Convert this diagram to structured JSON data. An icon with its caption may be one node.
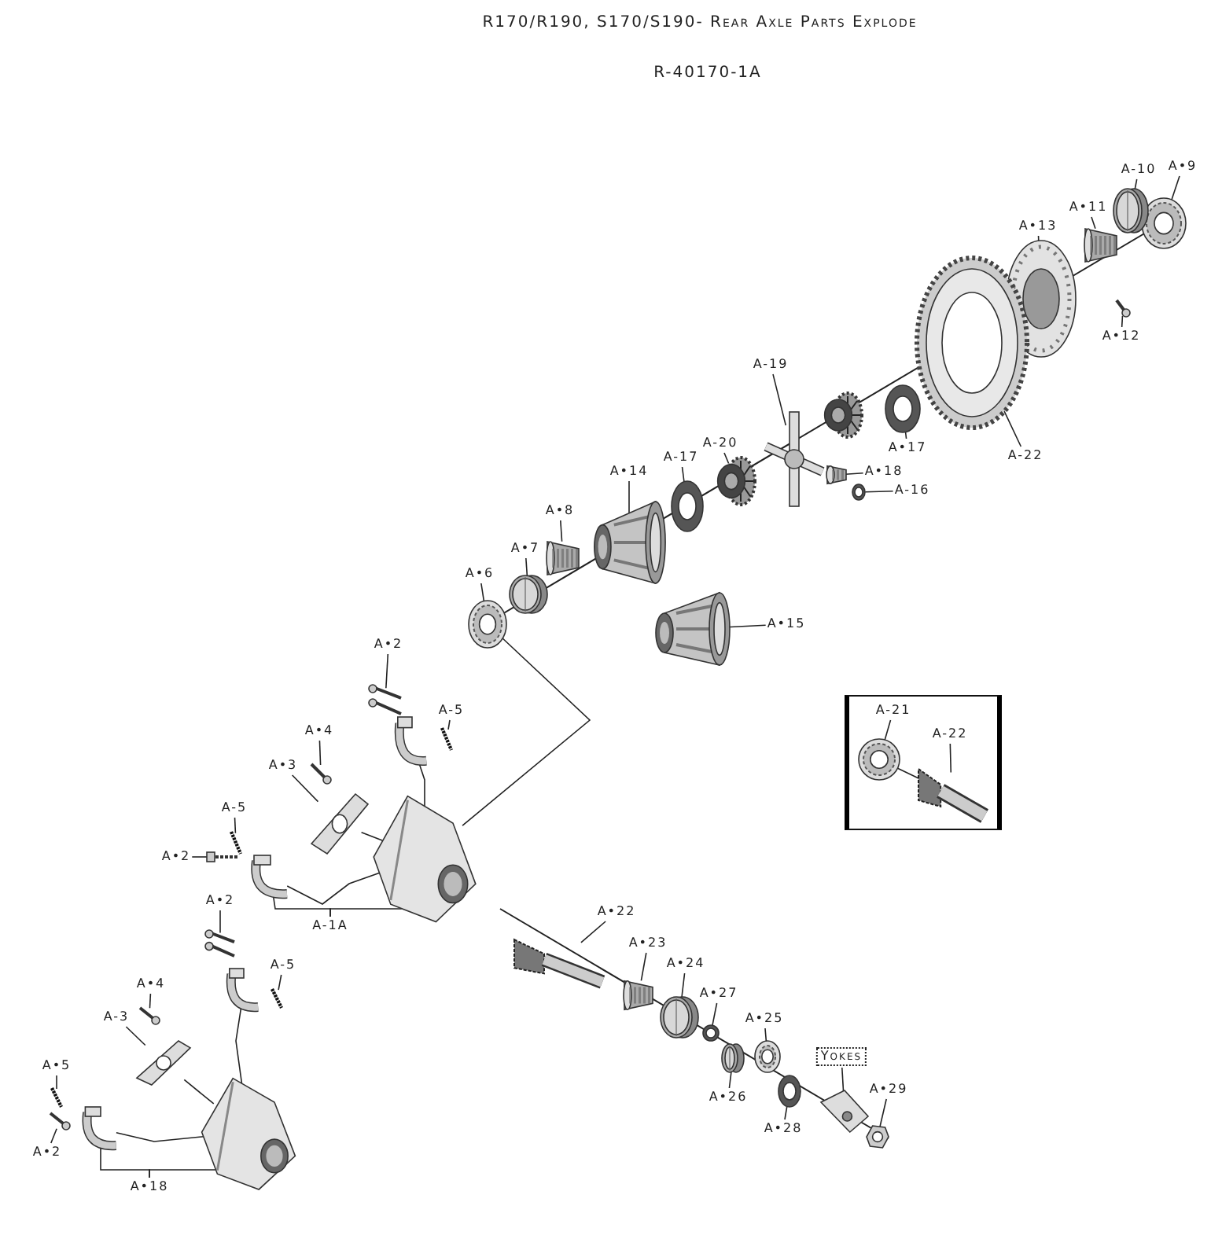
{
  "diagram": {
    "title": "R170/R190, S170/S190- Rear Axle Parts Explode",
    "nodes": [
      {
        "text": [
          "A•9"
        ]
      },
      {
        "text": [],
        "shape": "picture"
      },
      {
        "text": [
          "A-10"
        ]
      },
      {
        "text": [],
        "shape": "picture"
      },
      {
        "text": [
          "A•11"
        ]
      },
      {
        "text": [],
        "shape": "picture"
      },
      {
        "text": [
          "A•13"
        ]
      },
      {
        "text": [],
        "shape": "picture"
      },
      {
        "text": [
          "A•12"
        ]
      },
      {
        "text": [],
        "shape": "picture"
      },
      {
        "text": [
          "A-19"
        ]
      },
      {
        "text": [],
        "shape": "picture"
      },
      {
        "text": [
          "A-22"
        ]
      },
      {
        "text": [],
        "shape": "picture"
      },
      {
        "text": [
          "A•17"
        ]
      },
      {
        "text": [],
        "shape": "picture"
      },
      {
        "text": [
          "A-20"
        ]
      },
      {
        "text": [],
        "shape": "picture"
      },
      {
        "text": [
          "A-17"
        ]
      },
      {
        "text": [],
        "shape": "picture"
      },
      {
        "text": [
          "A•14"
        ]
      },
      {
        "text": [],
        "shape": "picture"
      },
      {
        "text": [
          "A•18"
        ]
      },
      {
        "text": [],
        "shape": "picture"
      },
      {
        "text": [
          "A-16"
        ]
      },
      {
        "text": [],
        "shape": "picture"
      },
      {
        "text": [
          "A•8"
        ]
      },
      {
        "text": [],
        "shape": "picture"
      },
      {
        "text": [
          "A•7"
        ]
      },
      {
        "text": [],
        "shape": "picture"
      },
      {
        "text": [
          "A•6"
        ]
      },
      {
        "text": [],
        "shape": "picture"
      },
      {
        "text": [
          "A•15"
        ]
      },
      {
        "text": [],
        "shape": "picture"
      },
      {
        "text": [
          "A•2"
        ]
      },
      {
        "text": [],
        "shape": "picture"
      },
      {
        "text": [
          "A-5"
        ]
      },
      {
        "text": [],
        "shape": "picture"
      },
      {
        "text": [
          "A•4"
        ]
      },
      {
        "text": [],
        "shape": "picture"
      },
      {
        "text": [],
        "shape": "box"
      },
      {
        "text": [
          "A-21"
        ],
        "in": 40
      },
      {
        "text": [],
        "shape": "picture",
        "in": 40
      },
      {
        "text": [
          "A-22"
        ],
        "in": 40
      },
      {
        "text": [],
        "shape": "picture",
        "in": 40
      },
      {
        "text": [
          "A•3"
        ]
      },
      {
        "text": [],
        "shape": "picture"
      },
      {
        "text": [
          "A-5"
        ]
      },
      {
        "text": [],
        "shape": "picture"
      },
      {
        "text": [
          "A•2"
        ]
      },
      {
        "text": [],
        "shape": "picture"
      },
      {
        "text": [],
        "shape": "picture"
      },
      {
        "text": [],
        "shape": "picture"
      },
      {
        "text": [
          "A-1A"
        ]
      },
      {
        "text": [
          "A•2"
        ]
      },
      {
        "text": [],
        "shape": "picture"
      },
      {
        "text": [
          "A•22"
        ]
      },
      {
        "text": [],
        "shape": "picture"
      },
      {
        "text": [
          "A•23"
        ]
      },
      {
        "text": [],
        "shape": "picture"
      },
      {
        "text": [
          "A-5"
        ]
      },
      {
        "text": [],
        "shape": "picture"
      },
      {
        "text": [
          "A•4"
        ]
      },
      {
        "text": [],
        "shape": "picture"
      },
      {
        "text": [
          "A•24"
        ]
      },
      {
        "text": [],
        "shape": "picture"
      },
      {
        "text": [
          "A•27"
        ]
      },
      {
        "text": [],
        "shape": "picture"
      },
      {
        "text": [
          "A-3"
        ]
      },
      {
        "text": [],
        "shape": "picture"
      },
      {
        "text": [
          "A•25"
        ]
      },
      {
        "text": [],
        "shape": "picture"
      },
      {
        "text": [
          "Yokes"
        ]
      },
      {
        "text": [],
        "shape": "picture"
      },
      {
        "text": [
          "A•5"
        ]
      },
      {
        "text": [],
        "shape": "picture"
      },
      {
        "text": [
          "A•29"
        ]
      },
      {
        "text": [],
        "shape": "picture"
      },
      {
        "text": [
          "A•26"
        ]
      },
      {
        "text": [],
        "shape": "picture"
      },
      {
        "text": [
          "A•28"
        ]
      },
      {
        "text": [],
        "shape": "picture"
      },
      {
        "text": [
          "A•2"
        ]
      },
      {
        "text": [],
        "shape": "picture"
      },
      {
        "text": [],
        "shape": "picture"
      },
      {
        "text": [],
        "shape": "picture"
      },
      {
        "text": [
          "A•18"
        ]
      },
      {
        "text": [],
        "shape": "picture"
      },
      {
        "text": [],
        "shape": "picture"
      }
    ],
    "edges": [
      {
        "from": 0,
        "to": 1,
        "arrow": "none"
      },
      {
        "from": 2,
        "to": 3,
        "arrow": "none"
      },
      {
        "from": 4,
        "to": 5,
        "arrow": "none"
      },
      {
        "from": 6,
        "to": 7,
        "arrow": "none"
      },
      {
        "from": 8,
        "to": 9,
        "arrow": "none"
      },
      {
        "from": 10,
        "to": 11,
        "arrow": "none"
      },
      {
        "from": 12,
        "to": 13,
        "arrow": "none"
      },
      {
        "from": 14,
        "to": 15,
        "arrow": "none"
      },
      {
        "from": 16,
        "to": 17,
        "arrow": "none"
      },
      {
        "from": 18,
        "to": 19,
        "arrow": "none"
      },
      {
        "from": 20,
        "to": 21,
        "arrow": "none"
      },
      {
        "from": 22,
        "to": 23,
        "arrow": "none"
      },
      {
        "from": 24,
        "to": 25,
        "arrow": "none"
      },
      {
        "from": 26,
        "to": 27,
        "arrow": "none"
      },
      {
        "from": 28,
        "to": 29,
        "arrow": "none"
      },
      {
        "from": 30,
        "to": 31,
        "arrow": "none"
      },
      {
        "from": 32,
        "to": 33,
        "arrow": "none"
      },
      {
        "from": 34,
        "to": 35,
        "arrow": "none"
      },
      {
        "from": 36,
        "to": 37,
        "arrow": "none"
      },
      {
        "from": 38,
        "to": 39,
        "arrow": "none"
      },
      {
        "from": 41,
        "to": 42,
        "arrow": "none"
      },
      {
        "from": 43,
        "to": 44,
        "arrow": "none"
      },
      {
        "from": 45,
        "to": 46,
        "arrow": "none"
      },
      {
        "from": 47,
        "to": 48,
        "arrow": "none"
      },
      {
        "from": 49,
        "to": 50,
        "arrow": "none"
      },
      {
        "from": 53,
        "to": 51,
        "arrow": "none"
      },
      {
        "from": 53,
        "to": 52,
        "arrow": "none"
      },
      {
        "from": 54,
        "to": 55,
        "arrow": "none"
      },
      {
        "from": 56,
        "to": 57,
        "arrow": "none"
      },
      {
        "from": 58,
        "to": 59,
        "arrow": "none"
      },
      {
        "from": 60,
        "to": 61,
        "arrow": "none"
      },
      {
        "from": 62,
        "to": 63,
        "arrow": "none"
      },
      {
        "from": 64,
        "to": 65,
        "arrow": "none"
      },
      {
        "from": 66,
        "to": 67,
        "arrow": "none"
      },
      {
        "from": 68,
        "to": 69,
        "arrow": "none"
      },
      {
        "from": 70,
        "to": 71,
        "arrow": "none"
      },
      {
        "from": 72,
        "to": 73,
        "arrow": "none"
      },
      {
        "from": 74,
        "to": 75,
        "arrow": "none"
      },
      {
        "from": 76,
        "to": 77,
        "arrow": "none"
      },
      {
        "from": 78,
        "to": 79,
        "arrow": "none"
      },
      {
        "from": 80,
        "to": 81,
        "arrow": "none"
      },
      {
        "from": 82,
        "to": 83,
        "arrow": "none"
      },
      {
        "from": 86,
        "to": 84,
        "arrow": "none"
      },
      {
        "from": 86,
        "to": 85,
        "arrow": "none"
      },
      {
        "from": 31,
        "to": 52,
        "arrow": "none"
      },
      {
        "from": 87,
        "to": 52,
        "arrow": "none"
      },
      {
        "from": 51,
        "to": 52,
        "arrow": "none"
      },
      {
        "from": 46,
        "to": 52,
        "arrow": "none"
      },
      {
        "from": 88,
        "to": 85,
        "arrow": "none"
      },
      {
        "from": 84,
        "to": 85,
        "arrow": "none"
      },
      {
        "from": 69,
        "to": 85,
        "arrow": "none"
      },
      {
        "from": 42,
        "to": 44,
        "arrow": "none"
      }
    ],
    "labels": [
      "R-40170-1A"
    ]
  }
}
